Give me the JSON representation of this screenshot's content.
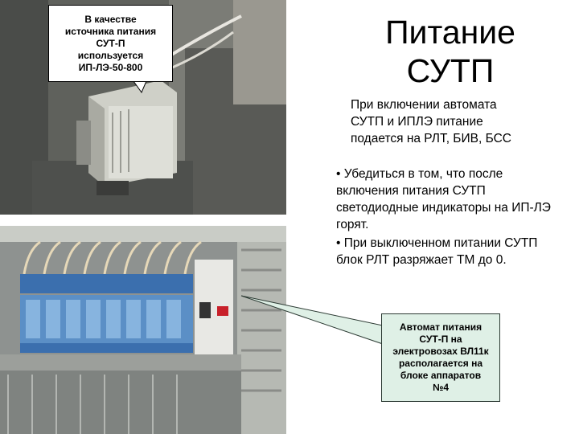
{
  "title": [
    "Питание",
    "СУТП"
  ],
  "callout_top": [
    "В качестве",
    "источника питания",
    "СУТ-П",
    "используется",
    "ИП-ЛЭ-50-800"
  ],
  "intro": [
    "При включении автомата",
    "СУТП и ИПЛЭ питание",
    "подается на РЛТ, БИВ, БСС"
  ],
  "bullet1": [
    "• Убедиться в том, что после",
    "включения питания СУТП",
    "светодиодные индикаторы на ИП-ЛЭ",
    "горят."
  ],
  "bullet2": [
    "• При выключенном питании СУТП",
    "блок РЛТ разряжает ТМ до 0."
  ],
  "callout_bottom": [
    "Автомат питания",
    "СУТ-П на",
    "электровозах ВЛ11к",
    "располагается на",
    "блоке аппаратов",
    "№4"
  ],
  "colors": {
    "callout_bottom_bg": "#dff0e6",
    "relay_blue": "#3c78b4"
  }
}
